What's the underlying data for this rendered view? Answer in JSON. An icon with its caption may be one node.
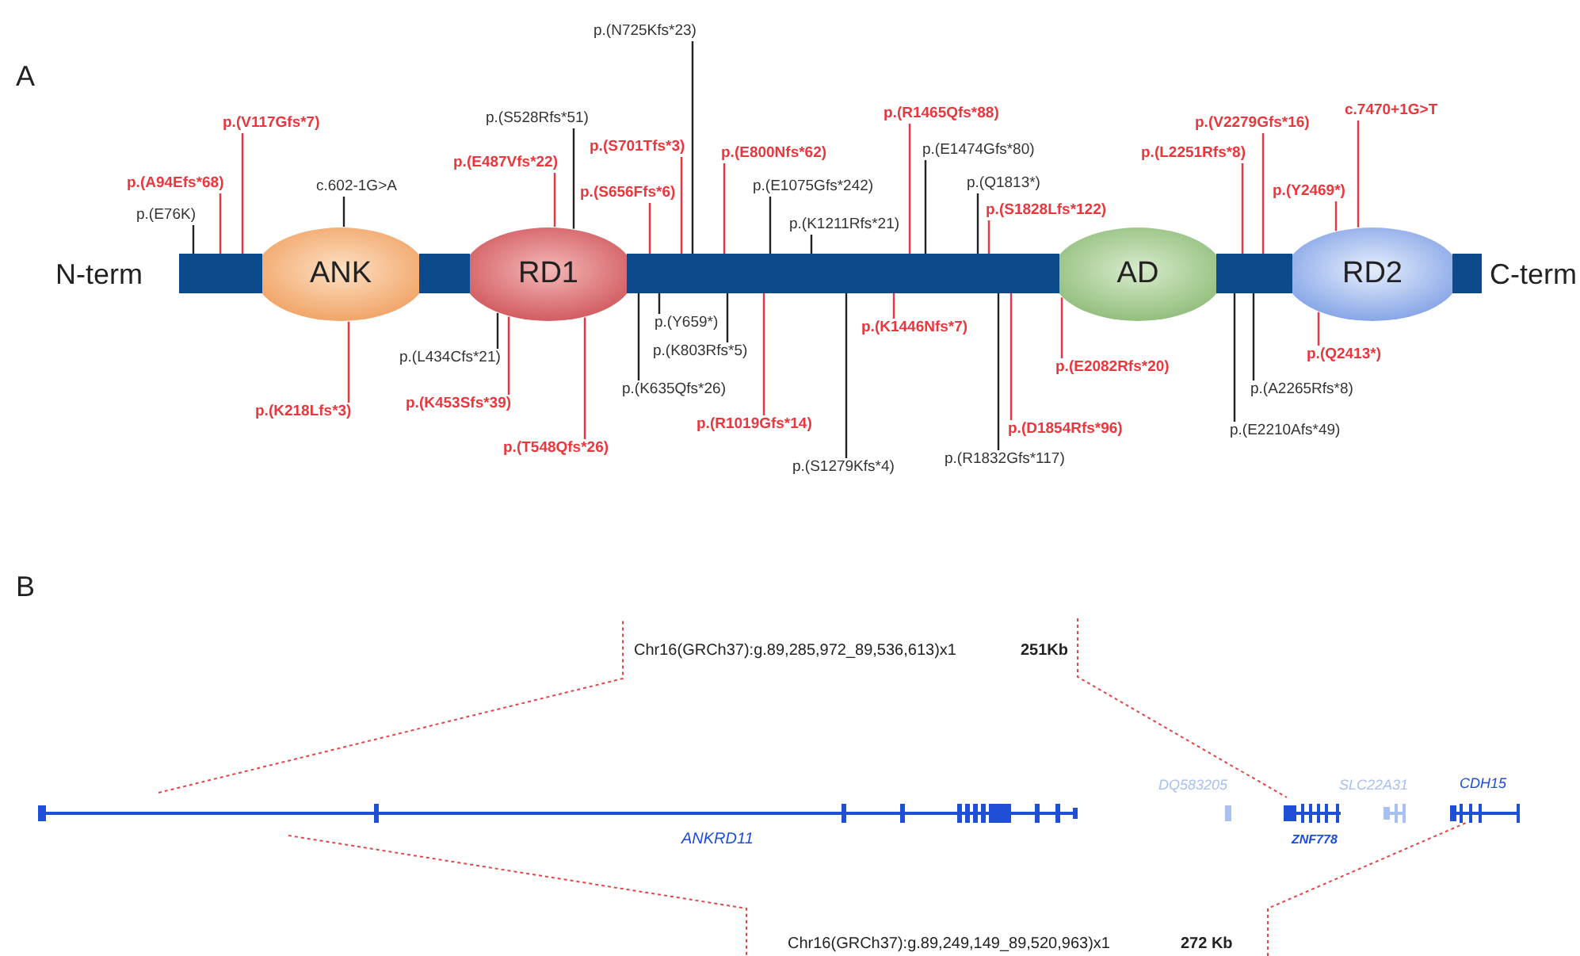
{
  "diagram": {
    "nodes": [
      {
        "text": [],
        "shape": "bar"
      },
      {
        "text": [
          "ANK"
        ]
      },
      {
        "text": [
          "RD1"
        ]
      },
      {
        "text": [
          "AD"
        ]
      },
      {
        "text": [
          "RD2"
        ]
      },
      {
        "text": [
          "p.(E76K)"
        ]
      },
      {
        "text": [
          "p.(A94Efs*68)"
        ]
      },
      {
        "text": [
          "p.(V117Gfs*7)"
        ]
      },
      {
        "text": [
          "c.602-1G>A"
        ]
      },
      {
        "text": [
          "p.(S528Rfs*51)"
        ]
      },
      {
        "text": [
          "p.(E487Vfs*22)"
        ]
      },
      {
        "text": [
          "p.(S701Tfs*3)"
        ]
      },
      {
        "text": [
          "p.(S656Ffs*6)"
        ]
      },
      {
        "text": [
          "p.(N725Kfs*23)"
        ]
      },
      {
        "text": [
          "p.(E800Nfs*62)"
        ]
      },
      {
        "text": [
          "p.(E1075Gfs*242)"
        ]
      },
      {
        "text": [
          "p.(K1211Rfs*21)"
        ]
      },
      {
        "text": [
          "p.(R1465Qfs*88)"
        ]
      },
      {
        "text": [
          "p.(E1474Gfs*80)"
        ]
      },
      {
        "text": [
          "p.(Q1813*)"
        ]
      },
      {
        "text": [
          "p.(S1828Lfs*122)"
        ]
      },
      {
        "text": [
          "p.(L2251Rfs*8)"
        ]
      },
      {
        "text": [
          "p.(V2279Gfs*16)"
        ]
      },
      {
        "text": [
          "p.(Y2469*)"
        ]
      },
      {
        "text": [
          "c.7470+1G>T"
        ]
      },
      {
        "text": [
          "p.(K218Lfs*3)"
        ]
      },
      {
        "text": [
          "p.(L434Cfs*21)"
        ]
      },
      {
        "text": [
          "p.(K453Sfs*39)"
        ]
      },
      {
        "text": [
          "p.(T548Qfs*26)"
        ]
      },
      {
        "text": [
          "p.(Y659*)"
        ]
      },
      {
        "text": [
          "p.(K803Rfs*5)"
        ]
      },
      {
        "text": [
          "p.(K635Qfs*26)"
        ]
      },
      {
        "text": [
          "p.(R1019Gfs*14)"
        ]
      },
      {
        "text": [
          "p.(S1279Kfs*4)"
        ]
      },
      {
        "text": [
          "p.(K1446Nfs*7)"
        ]
      },
      {
        "text": [
          "p.(R1832Gfs*117)"
        ]
      },
      {
        "text": [
          "p.(D1854Rfs*96)"
        ]
      },
      {
        "text": [
          "p.(E2082Rfs*20)"
        ]
      },
      {
        "text": [
          "p.(E2210Afs*49)"
        ]
      },
      {
        "text": [
          "p.(A2265Rfs*8)"
        ]
      },
      {
        "text": [
          "p.(Q2413*)"
        ]
      }
    ],
    "edges": [
      {
        "from": 5,
        "to": 0,
        "arrow": "none",
        "color": "#222222"
      },
      {
        "from": 6,
        "to": 0,
        "arrow": "none"
      },
      {
        "from": 7,
        "to": 0,
        "arrow": "none"
      },
      {
        "from": 8,
        "to": 1,
        "arrow": "none",
        "color": "#222222"
      },
      {
        "from": 9,
        "to": 2,
        "arrow": "none",
        "color": "#222222"
      },
      {
        "from": 10,
        "to": 2,
        "arrow": "none"
      },
      {
        "from": 11,
        "to": 0,
        "arrow": "none"
      },
      {
        "from": 12,
        "to": 0,
        "arrow": "none"
      },
      {
        "from": 13,
        "to": 0,
        "arrow": "none",
        "color": "#222222"
      },
      {
        "from": 14,
        "to": 0,
        "arrow": "none"
      },
      {
        "from": 15,
        "to": 0,
        "arrow": "none",
        "color": "#222222"
      },
      {
        "from": 16,
        "to": 0,
        "arrow": "none",
        "color": "#222222"
      },
      {
        "from": 17,
        "to": 0,
        "arrow": "none"
      },
      {
        "from": 18,
        "to": 0,
        "arrow": "none",
        "color": "#222222"
      },
      {
        "from": 19,
        "to": 0,
        "arrow": "none",
        "color": "#222222"
      },
      {
        "from": 20,
        "to": 0,
        "arrow": "none"
      },
      {
        "from": 21,
        "to": 0,
        "arrow": "none"
      },
      {
        "from": 22,
        "to": 0,
        "arrow": "none"
      },
      {
        "from": 23,
        "to": 4,
        "arrow": "none"
      },
      {
        "from": 24,
        "to": 4,
        "arrow": "none"
      },
      {
        "from": 25,
        "to": 1,
        "arrow": "none"
      },
      {
        "from": 26,
        "to": 2,
        "arrow": "none",
        "color": "#222222"
      },
      {
        "from": 27,
        "to": 2,
        "arrow": "none"
      },
      {
        "from": 28,
        "to": 2,
        "arrow": "none"
      },
      {
        "from": 29,
        "to": 0,
        "arrow": "none",
        "color": "#222222"
      },
      {
        "from": 30,
        "to": 0,
        "arrow": "none",
        "color": "#222222"
      },
      {
        "from": 31,
        "to": 0,
        "arrow": "none",
        "color": "#222222"
      },
      {
        "from": 32,
        "to": 0,
        "arrow": "none"
      },
      {
        "from": 33,
        "to": 0,
        "arrow": "none",
        "color": "#222222"
      },
      {
        "from": 34,
        "to": 0,
        "arrow": "none"
      },
      {
        "from": 35,
        "to": 0,
        "arrow": "none",
        "color": "#222222"
      },
      {
        "from": 36,
        "to": 0,
        "arrow": "none"
      },
      {
        "from": 37,
        "to": 3,
        "arrow": "none"
      },
      {
        "from": 38,
        "to": 0,
        "arrow": "none",
        "color": "#222222"
      },
      {
        "from": 39,
        "to": 0,
        "arrow": "none",
        "color": "#222222"
      },
      {
        "from": 40,
        "to": 4,
        "arrow": "none"
      }
    ],
    "labels": [
      "A",
      "N-term",
      "C-term",
      "B",
      "Chr16(GRCh37):g.89,285,972_89,536,613)x1",
      "251Kb",
      "DQ583205",
      "SLC22A31",
      "CDH15",
      "ANKRD11",
      "ZNF778",
      "Chr16(GRCh37):g.89,249,149_89,520,963)x1",
      "272 Kb"
    ]
  }
}
